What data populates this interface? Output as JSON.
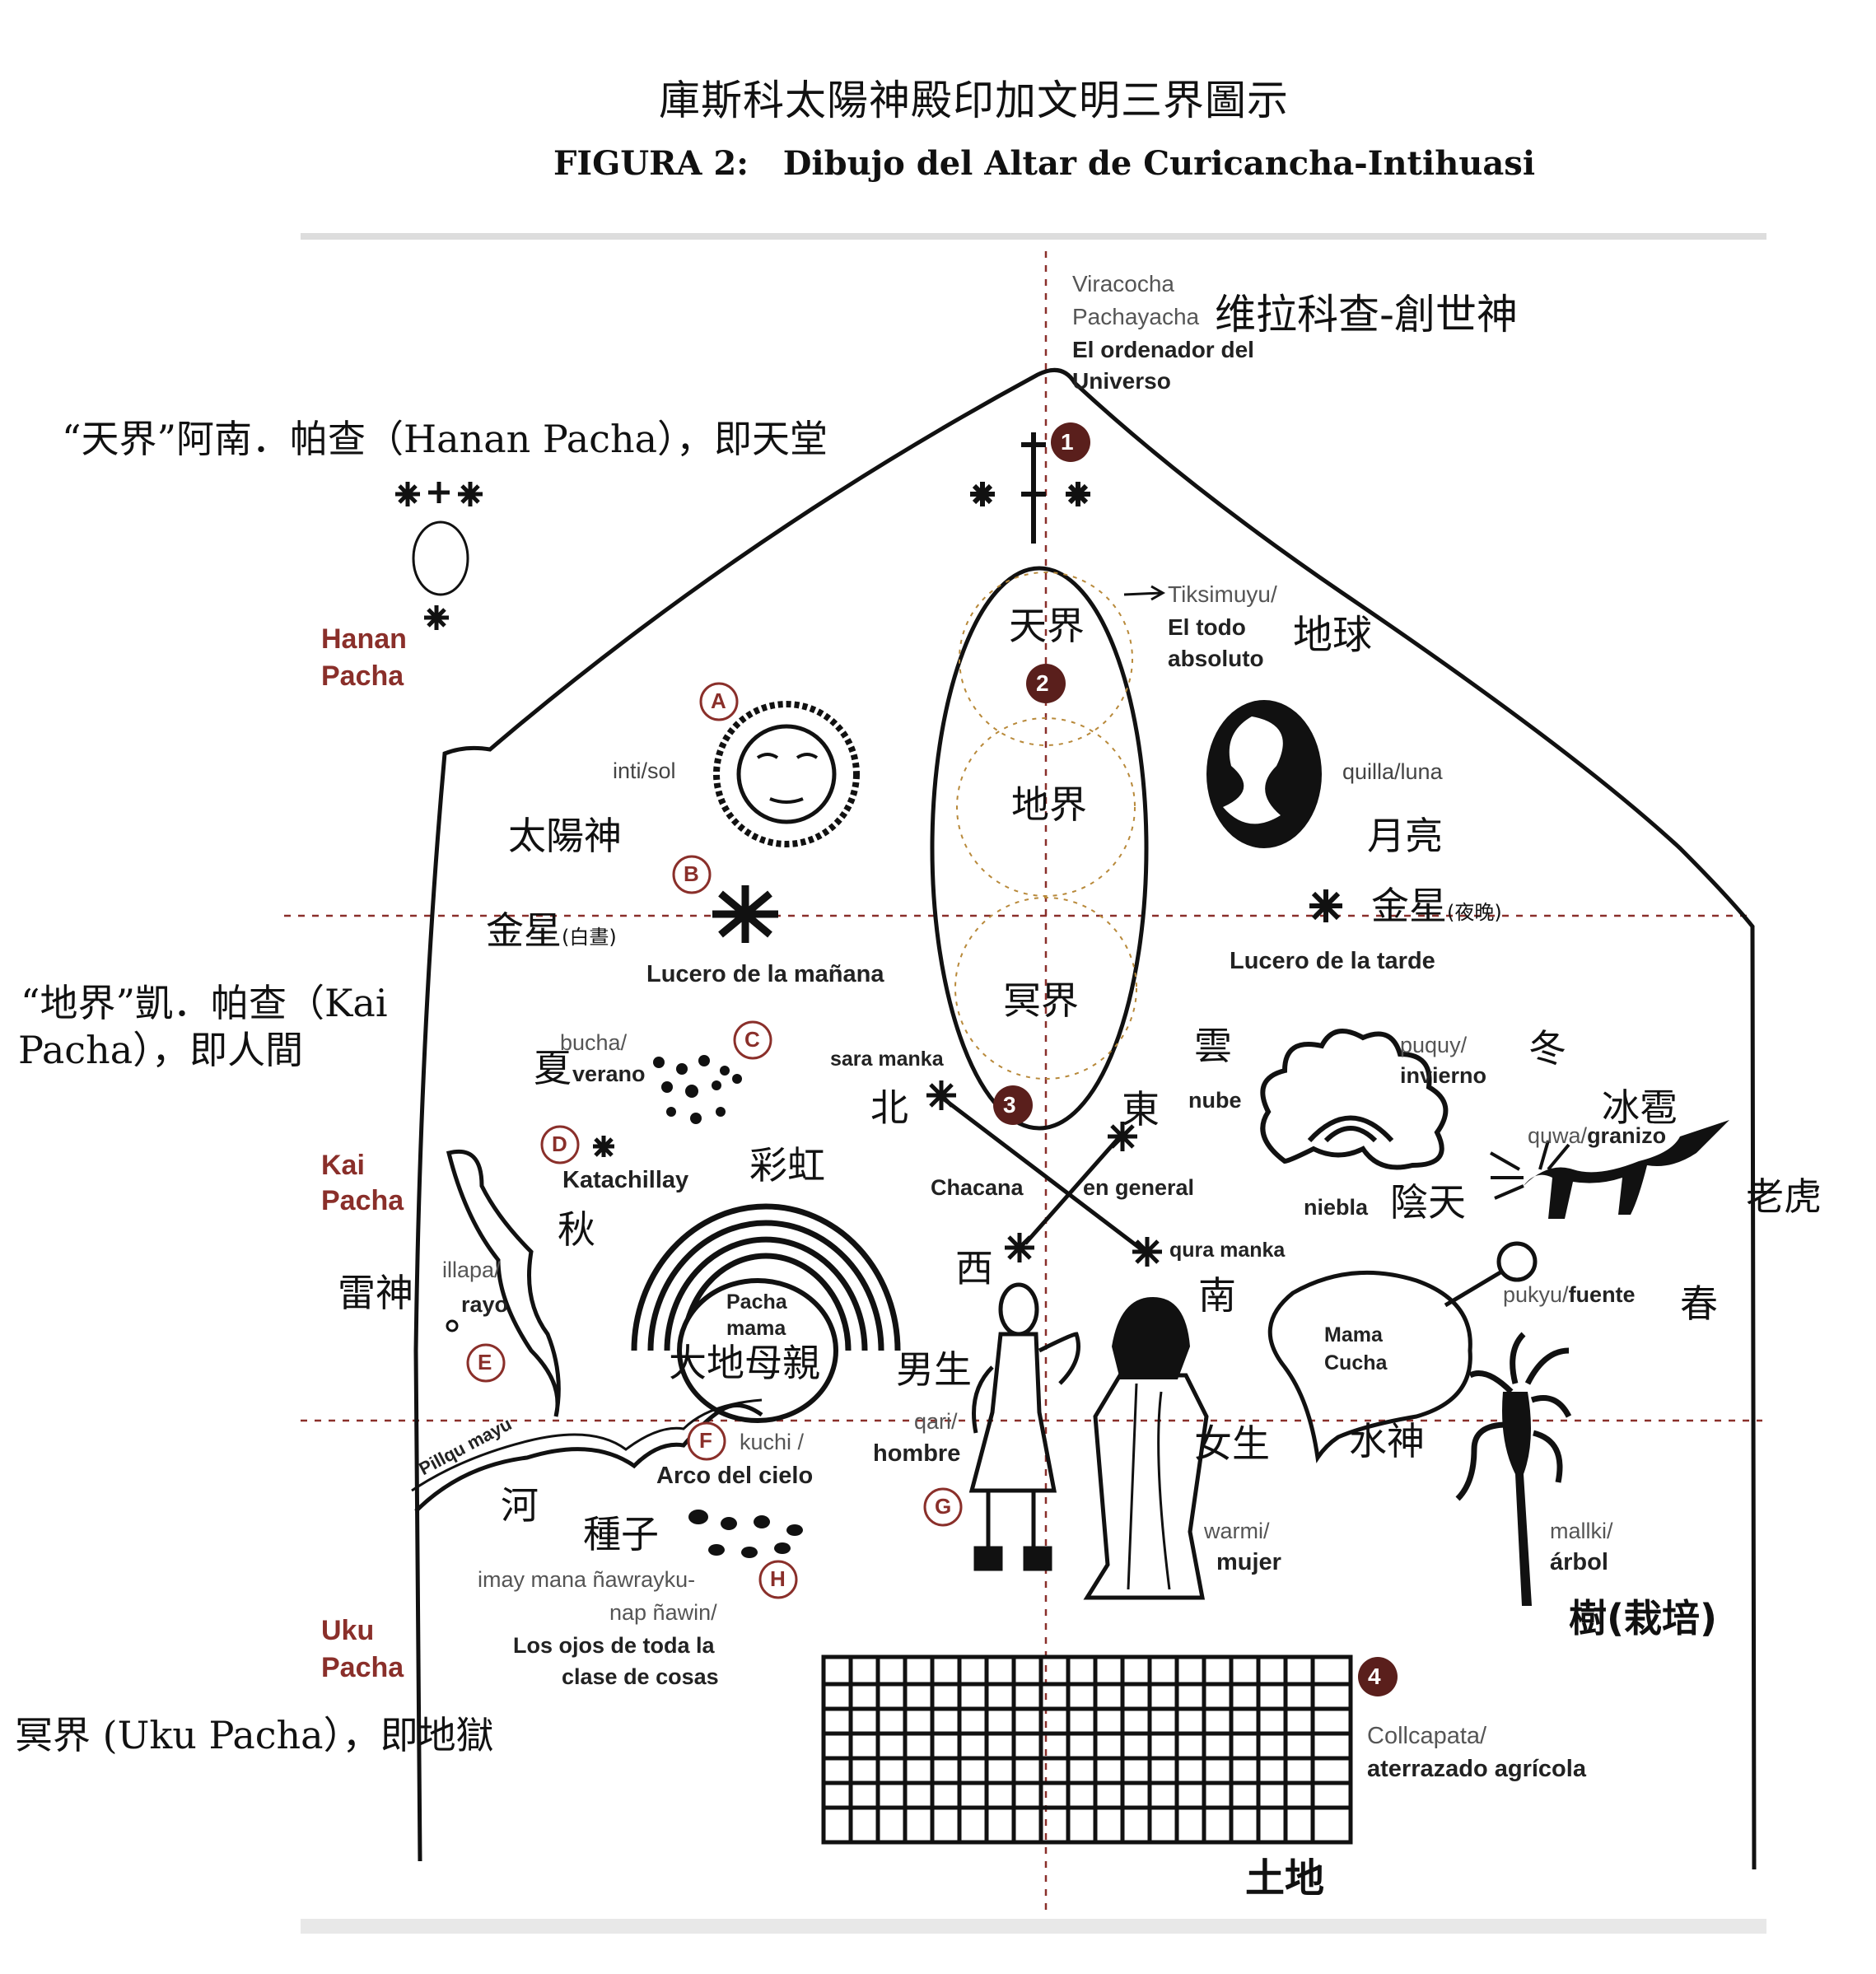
{
  "colors": {
    "brown": "#8a2f2a",
    "dotted": "#8a2f2a",
    "ink": "#111111"
  },
  "header": {
    "title_zh": "庫斯科太陽神殿印加文明三界圖示",
    "title_es": "FIGURA 2:   Dibujo del Altar de Curicancha-Intihuasi"
  },
  "side": {
    "hanan_zh": "“天界”阿南．帕查（Hanan Pacha），即天堂",
    "kai_zh_1": "“地界”凱．帕查（Kai",
    "kai_zh_2": "Pacha），即人間",
    "uku_zh": "冥界 (Uku Pacha），即地獄",
    "hanan_1": "Hanan",
    "hanan_2": "Pacha",
    "kai_1": "Kai",
    "kai_2": "Pacha",
    "uku_1": "Uku",
    "uku_2": "Pacha"
  },
  "markers": [
    "1",
    "2",
    "3",
    "4",
    "A",
    "B",
    "C",
    "D",
    "E",
    "F",
    "G",
    "H"
  ],
  "labels": {
    "viracocha_1": "Viracocha",
    "viracocha_2": "Pachayacha",
    "viracocha_3": "El ordenador del",
    "viracocha_4": "Universo",
    "viracocha_zh": "维拉科查-創世神",
    "tiksimuyu_1": "Tiksimuyu/",
    "tiksimuyu_2": "El todo",
    "tiksimuyu_3": "absoluto",
    "earth_zh": "地球",
    "heaven_zh": "天界",
    "middle_zh": "地界",
    "under_zh": "冥界",
    "inti": "inti/sol",
    "sun_zh": "太陽神",
    "quilla": "quilla/luna",
    "moon_zh": "月亮",
    "venus_day_zh": "金星",
    "venus_day_note": "(白晝)",
    "venus_morning": "Lucero de la mañana",
    "venus_night_zh": "金星",
    "venus_night_note": "(夜晚)",
    "venus_evening": "Lucero de la tarde",
    "bucha_1": "bucha/",
    "bucha_2": "verano",
    "summer_zh": "夏",
    "katachillay": "Katachillay",
    "autumn_zh": "秋",
    "rainbow_zh": "彩虹",
    "illapa": "illapa/",
    "rayo": "rayo",
    "thunder_zh": "雷神",
    "pacha_mama_1": "Pacha",
    "pacha_mama_2": "mama",
    "pacha_mama_zh": "大地母親",
    "kuchi_1": "kuchi /",
    "kuchi_2": "Arco del cielo",
    "pillqu": "Pillqu mayu",
    "river_zh": "河",
    "seeds_zh": "種子",
    "imay_1": "imay mana ñawrayku-",
    "imay_2": "nap ñawin/",
    "imay_3": "Los ojos de toda la",
    "imay_4": "clase de cosas",
    "sara": "sara manka",
    "north_zh": "北",
    "chacana": "Chacana",
    "en_general": "en general",
    "east_zh": "東",
    "west_zh": "西",
    "qura": "qura manka",
    "south_zh": "南",
    "cloud_zh": "雲",
    "nube": "nube",
    "niebla": "niebla",
    "overcast_zh": "陰天",
    "puquy_1": "puquy/",
    "puquy_2": "invierno",
    "winter_zh": "冬",
    "quwa_1": "quwa/",
    "quwa_2": "granizo",
    "hail_zh": "冰雹",
    "tiger_zh": "老虎",
    "pukyu_1": "pukyu/",
    "pukyu_2": "fuente",
    "spring_zh": "春",
    "mama_cucha_1": "Mama",
    "mama_cucha_2": "Cucha",
    "water_zh": "水神",
    "man_zh": "男生",
    "qari_1": "qari/",
    "qari_2": "hombre",
    "woman_zh": "女生",
    "warmi_1": "warmi/",
    "warmi_2": "mujer",
    "mallki_1": "mallki/",
    "mallki_2": "árbol",
    "tree_zh": "樹(栽培)",
    "collca_1": "Collcapata/",
    "collca_2": "aterrazado agrícola",
    "land_zh": "土地"
  }
}
